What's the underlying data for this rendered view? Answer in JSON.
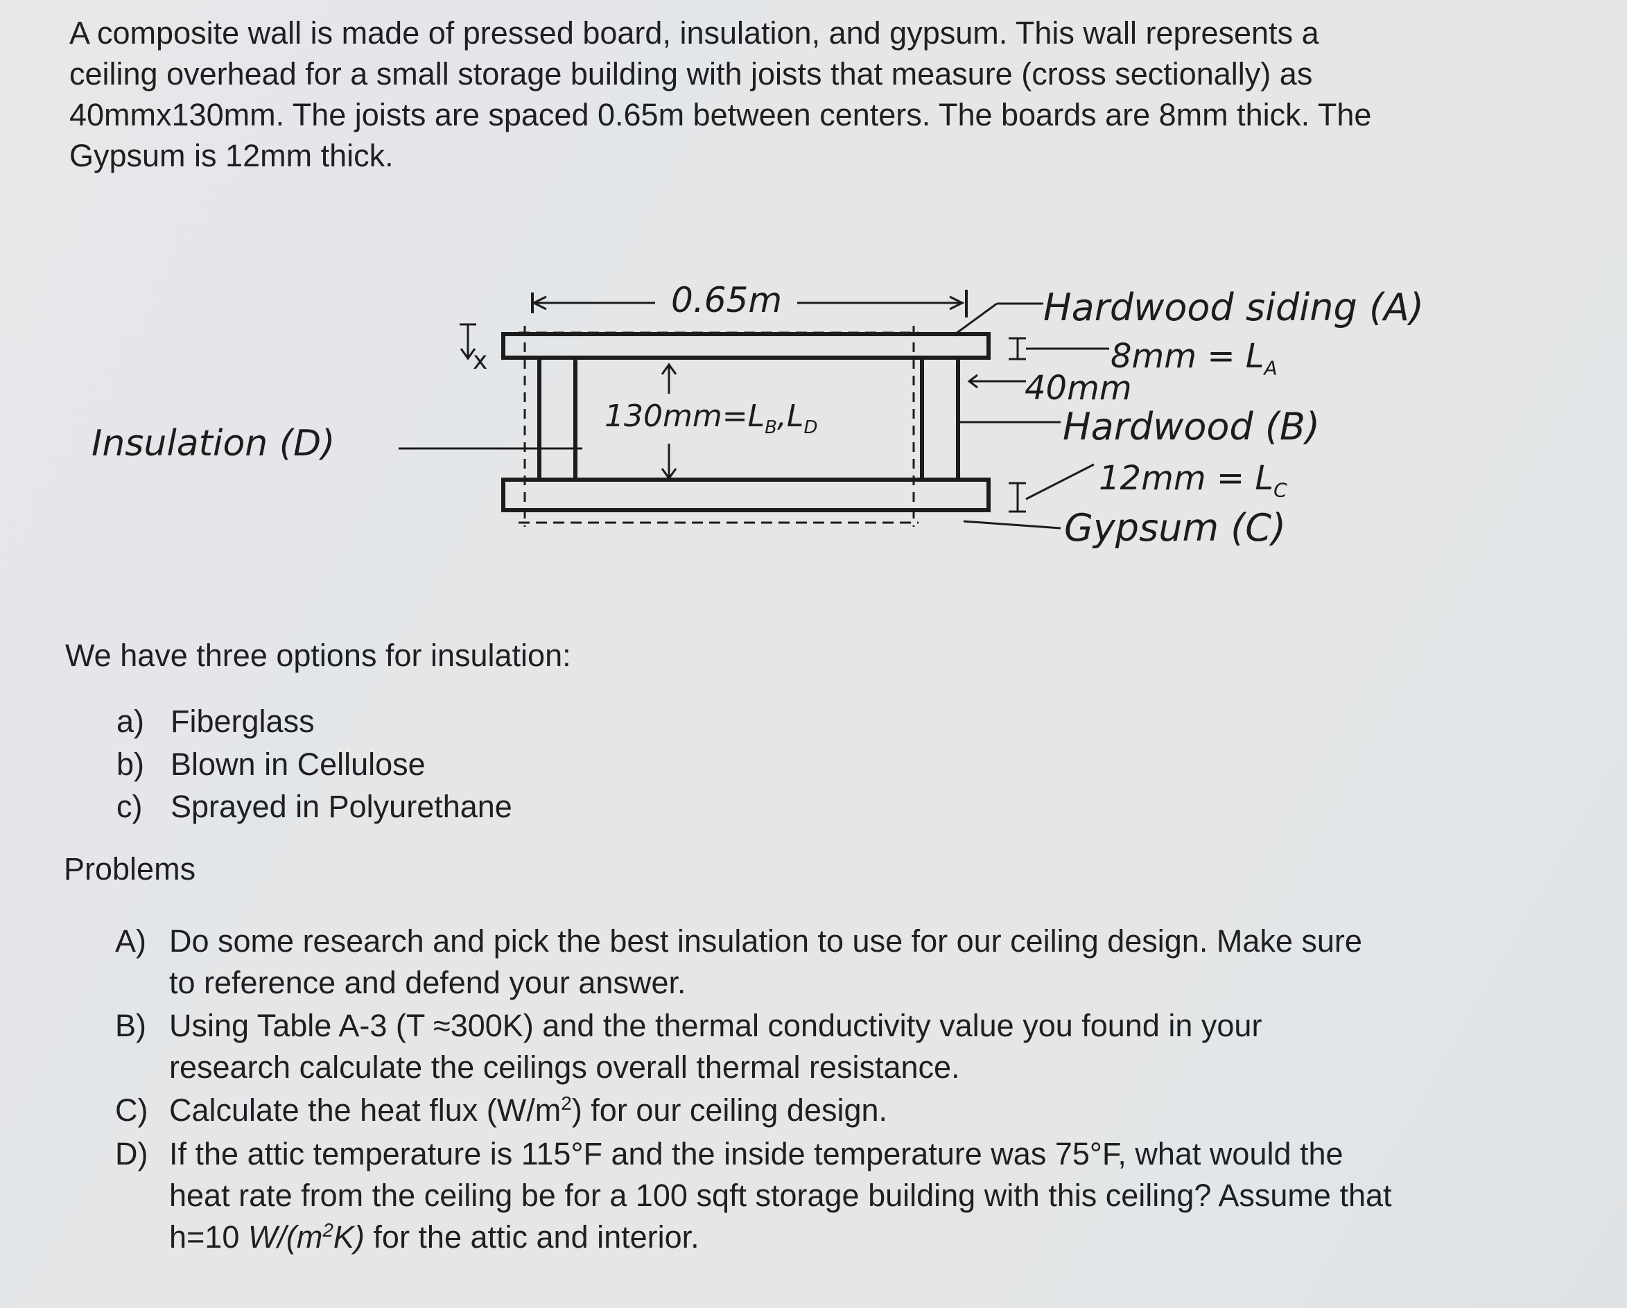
{
  "intro": {
    "line1": "A composite wall is made of pressed board, insulation, and gypsum. This wall represents a",
    "line2": "ceiling overhead for a small storage building with joists that measure (cross sectionally) as",
    "line3": "40mmx130mm. The joists are spaced 0.65m between centers. The boards are 8mm thick. The",
    "line4": "Gypsum is 12mm thick."
  },
  "diagram": {
    "spacing_label": "0.65m",
    "x_label": "x",
    "depth_label": "130mm=L",
    "depth_sub": "B",
    "depth_label2": ",L",
    "depth_sub2": "D",
    "insulation_label": "Insulation (D)",
    "hardwood_siding_label": "Hardwood siding (A)",
    "siding_thickness": "8mm = L",
    "siding_sub": "A",
    "joist_width": "40mm",
    "hardwood_b_label": "Hardwood (B)",
    "gypsum_thickness": "12mm = L",
    "gypsum_sub": "C",
    "gypsum_label": "Gypsum (C)"
  },
  "options": {
    "title": "We have three options for insulation:",
    "items": [
      {
        "marker": "a)",
        "text": "Fiberglass"
      },
      {
        "marker": "b)",
        "text": "Blown in Cellulose"
      },
      {
        "marker": "c)",
        "text": "Sprayed in Polyurethane"
      }
    ]
  },
  "problems": {
    "title": "Problems",
    "A": {
      "marker": "A)",
      "line1": "Do some research and pick the best insulation to use for our ceiling design. Make sure",
      "line2": "to reference and defend your answer."
    },
    "B": {
      "marker": "B)",
      "line1": "Using Table A-3 (T ≈300K) and the thermal conductivity value you found in your",
      "line2": "research calculate the ceilings overall thermal resistance."
    },
    "C": {
      "marker": "C)",
      "pre": "Calculate the heat flux (W/m",
      "sup": "2",
      "post": ") for our ceiling design."
    },
    "D": {
      "marker": "D)",
      "line1": "If the attic temperature is 115°F and the inside temperature was 75°F, what would the",
      "line2": "heat rate from the ceiling be for a 100 sqft storage building with this ceiling? Assume that",
      "line3_pre": "h=10 ",
      "line3_unit_a": "W/(m",
      "line3_sup": "2",
      "line3_unit_b": "K)",
      "line3_post": " for the attic and interior."
    }
  }
}
